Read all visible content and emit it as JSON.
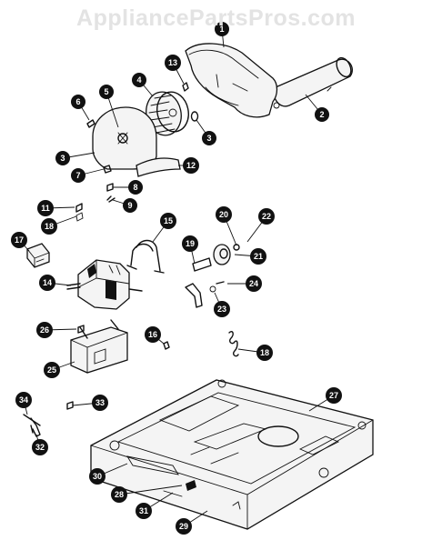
{
  "watermark": "AppliancePartsPros.com",
  "callouts": [
    {
      "label": "1"
    },
    {
      "label": "2"
    },
    {
      "label": "3"
    },
    {
      "label": "3"
    },
    {
      "label": "4"
    },
    {
      "label": "5"
    },
    {
      "label": "6"
    },
    {
      "label": "7"
    },
    {
      "label": "8"
    },
    {
      "label": "9"
    },
    {
      "label": "11"
    },
    {
      "label": "12"
    },
    {
      "label": "13"
    },
    {
      "label": "14"
    },
    {
      "label": "15"
    },
    {
      "label": "16"
    },
    {
      "label": "17"
    },
    {
      "label": "18"
    },
    {
      "label": "18"
    },
    {
      "label": "19"
    },
    {
      "label": "20"
    },
    {
      "label": "21"
    },
    {
      "label": "22"
    },
    {
      "label": "23"
    },
    {
      "label": "24"
    },
    {
      "label": "25"
    },
    {
      "label": "26"
    },
    {
      "label": "27"
    },
    {
      "label": "28"
    },
    {
      "label": "29"
    },
    {
      "label": "30"
    },
    {
      "label": "31"
    },
    {
      "label": "32"
    },
    {
      "label": "33"
    },
    {
      "label": "34"
    }
  ]
}
